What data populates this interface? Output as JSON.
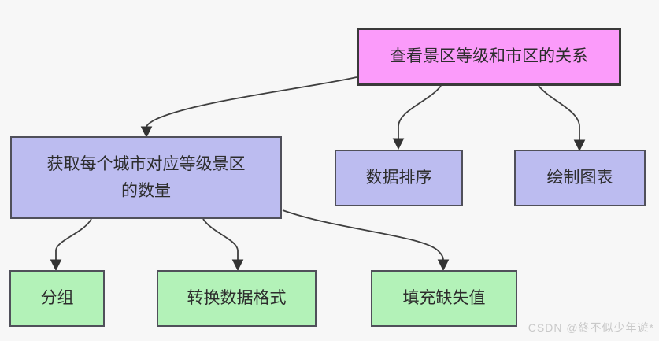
{
  "diagram": {
    "nodes": {
      "root": {
        "label": "查看景区等级和市区的关系",
        "level": "root"
      },
      "get_count": {
        "label": "获取每个城市对应等级景区\n的数量",
        "level": "branch"
      },
      "sort": {
        "label": "数据排序",
        "level": "branch"
      },
      "draw": {
        "label": "绘制图表",
        "level": "branch"
      },
      "group": {
        "label": "分组",
        "level": "leaf"
      },
      "convert": {
        "label": "转换数据格式",
        "level": "leaf"
      },
      "fill_missing": {
        "label": "填充缺失值",
        "level": "leaf"
      }
    },
    "edges": [
      {
        "from": "root",
        "to": "get_count"
      },
      {
        "from": "root",
        "to": "sort"
      },
      {
        "from": "root",
        "to": "draw"
      },
      {
        "from": "get_count",
        "to": "group"
      },
      {
        "from": "get_count",
        "to": "convert"
      },
      {
        "from": "get_count",
        "to": "fill_missing"
      }
    ]
  },
  "watermark": {
    "text": "CSDN @終不似少年遊*"
  },
  "colors": {
    "background": "#f7f7f7",
    "root_fill": "#fb9bfa",
    "branch_fill": "#bcbcf0",
    "leaf_fill": "#b3f2b8",
    "root_border": "#3a3a3a",
    "node_border": "#50505a",
    "connector": "#3f3f3f",
    "text": "#2d2d2d",
    "watermark_text": "#c9c9c9"
  }
}
